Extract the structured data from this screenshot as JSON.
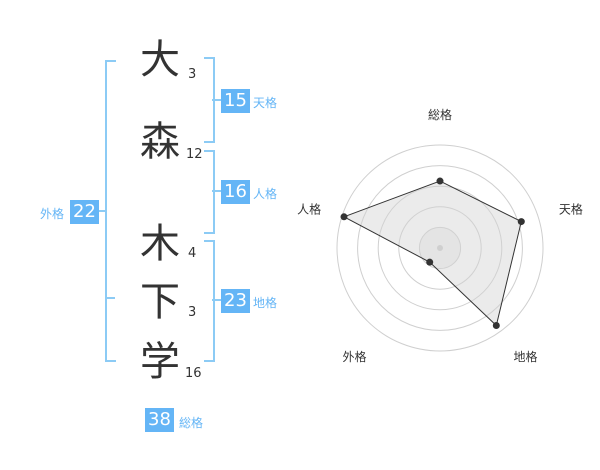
{
  "name_chars": [
    {
      "char": "大",
      "strokes": "3"
    },
    {
      "char": "森",
      "strokes": "12"
    },
    {
      "char": "木",
      "strokes": "4"
    },
    {
      "char": "下",
      "strokes": "3"
    },
    {
      "char": "学",
      "strokes": "16"
    }
  ],
  "ten_kaku": {
    "value": "15",
    "label": "天格"
  },
  "jin_kaku": {
    "value": "16",
    "label": "人格"
  },
  "chi_kaku": {
    "value": "23",
    "label": "地格"
  },
  "gai_kaku": {
    "value": "22",
    "label": "外格"
  },
  "sou_kaku": {
    "value": "38",
    "label": "総格"
  },
  "colors": {
    "accent": "#64b5f6",
    "bracket": "#8ccbf5",
    "text": "#333333"
  },
  "chart_data": {
    "type": "radar",
    "axes": [
      "総格",
      "天格",
      "地格",
      "外格",
      "人格"
    ],
    "values": [
      0.65,
      0.83,
      0.93,
      0.17,
      0.98
    ],
    "max": 1,
    "grid_levels": 5
  }
}
